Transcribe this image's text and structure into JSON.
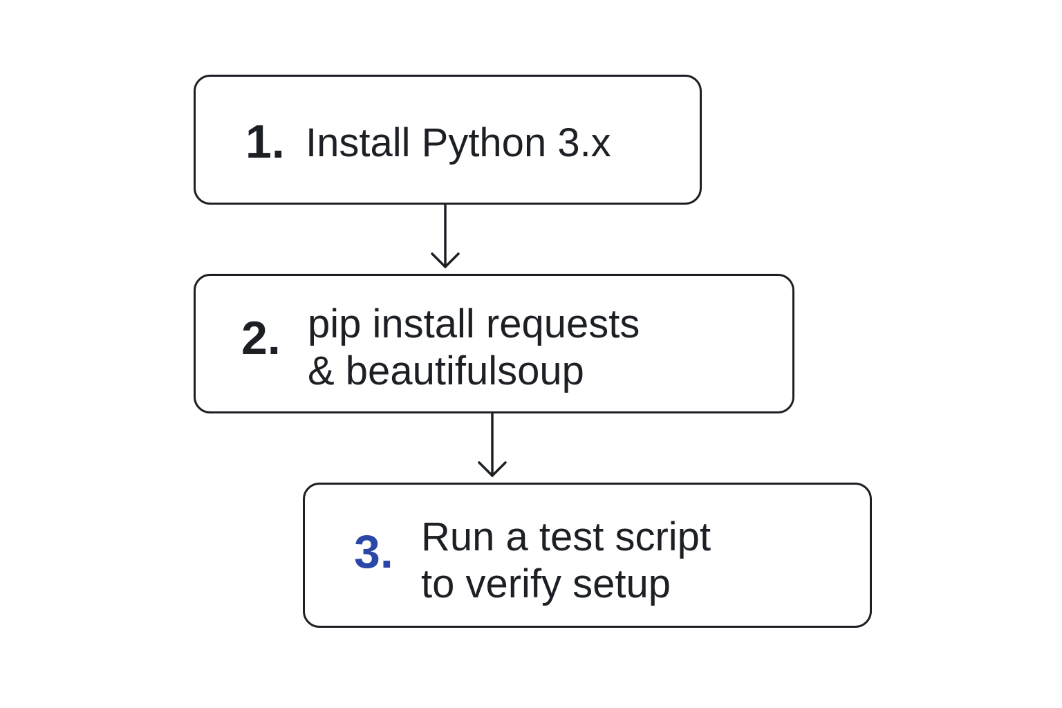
{
  "steps": [
    {
      "number": "1.",
      "lines": [
        "Install Python 3.x"
      ]
    },
    {
      "number": "2.",
      "lines": [
        "pip install requests",
        "& beautifulsoup"
      ]
    },
    {
      "number": "3.",
      "lines": [
        "Run a test script",
        "to verify setup"
      ]
    }
  ],
  "colors": {
    "stroke": "#1c1f24",
    "text": "#1c1f24",
    "accent_step_number": "#2a47a8",
    "background": "#ffffff"
  }
}
